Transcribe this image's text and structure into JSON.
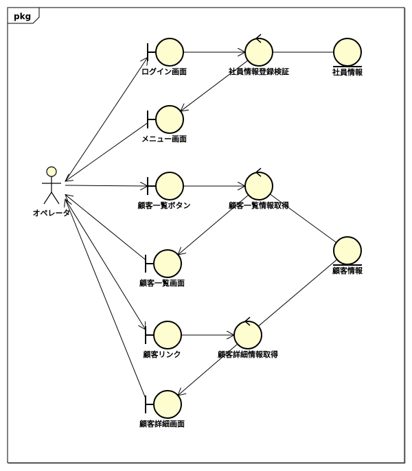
{
  "diagram": {
    "type": "UML robustness diagram",
    "frame_label": "pkg",
    "colors": {
      "element_fill": "#fefdd0",
      "stroke": "#000000",
      "background": "#ffffff"
    },
    "actors": [
      {
        "id": "operator",
        "label": "オペレータ"
      }
    ],
    "boundaries": [
      {
        "id": "login-screen",
        "label": "ログイン画面"
      },
      {
        "id": "menu-screen",
        "label": "メニュー画面"
      },
      {
        "id": "customer-list-button",
        "label": "顧客一覧ボタン"
      },
      {
        "id": "customer-list-screen",
        "label": "顧客一覧画面"
      },
      {
        "id": "customer-link",
        "label": "顧客リンク"
      },
      {
        "id": "customer-detail-screen",
        "label": "顧客詳細画面"
      }
    ],
    "controls": [
      {
        "id": "employee-info-verify",
        "label": "社員情報登録検証"
      },
      {
        "id": "customer-list-fetch",
        "label": "顧客一覧情報取得"
      },
      {
        "id": "customer-detail-fetch",
        "label": "顧客詳細情報取得"
      }
    ],
    "entities": [
      {
        "id": "employee-info",
        "label": "社員情報"
      },
      {
        "id": "customer-info",
        "label": "顧客情報"
      }
    ],
    "connections": [
      {
        "from": "operator",
        "to": "login-screen",
        "arrow": true
      },
      {
        "from": "login-screen",
        "to": "employee-info-verify",
        "arrow": true
      },
      {
        "from": "employee-info-verify",
        "to": "employee-info",
        "arrow": false
      },
      {
        "from": "employee-info-verify",
        "to": "menu-screen",
        "arrow": true
      },
      {
        "from": "menu-screen",
        "to": "operator",
        "arrow": true
      },
      {
        "from": "operator",
        "to": "customer-list-button",
        "arrow": true
      },
      {
        "from": "customer-list-button",
        "to": "customer-list-fetch",
        "arrow": true
      },
      {
        "from": "customer-list-fetch",
        "to": "customer-info",
        "arrow": false
      },
      {
        "from": "customer-list-fetch",
        "to": "customer-list-screen",
        "arrow": true
      },
      {
        "from": "customer-list-screen",
        "to": "operator",
        "arrow": true
      },
      {
        "from": "operator",
        "to": "customer-link",
        "arrow": true
      },
      {
        "from": "customer-link",
        "to": "customer-detail-fetch",
        "arrow": true
      },
      {
        "from": "customer-detail-fetch",
        "to": "customer-info",
        "arrow": false
      },
      {
        "from": "customer-detail-fetch",
        "to": "customer-detail-screen",
        "arrow": true
      },
      {
        "from": "customer-detail-screen",
        "to": "operator",
        "arrow": true
      }
    ]
  }
}
